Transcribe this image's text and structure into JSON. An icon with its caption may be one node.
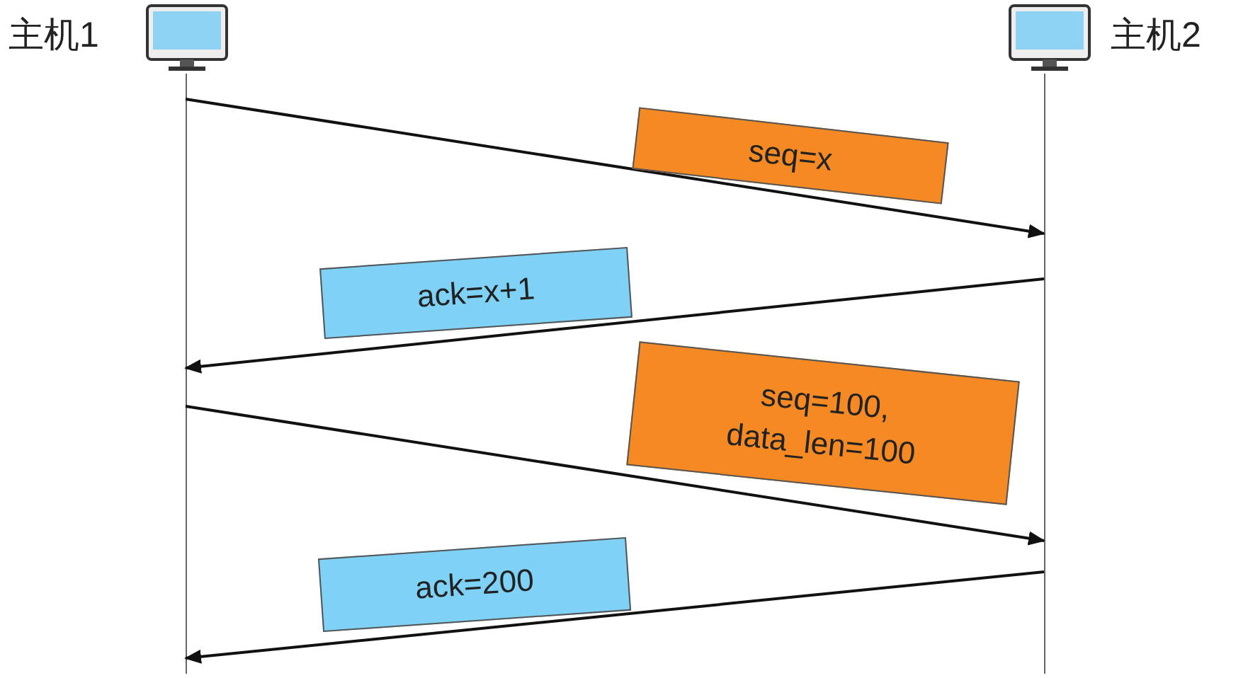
{
  "diagram": {
    "nodes": [
      {
        "text": [
          "主机1"
        ]
      },
      {
        "text": [
          "主机2"
        ]
      }
    ],
    "edges": [
      {
        "from": 0,
        "to": 1,
        "arrow": "to",
        "label": "seq=x"
      },
      {
        "from": 1,
        "to": 0,
        "arrow": "to",
        "label": "ack=x+1"
      },
      {
        "from": 0,
        "to": 1,
        "arrow": "to",
        "label": "seq=100, data_len=100"
      },
      {
        "from": 1,
        "to": 0,
        "arrow": "to",
        "label": "ack=200"
      }
    ]
  }
}
